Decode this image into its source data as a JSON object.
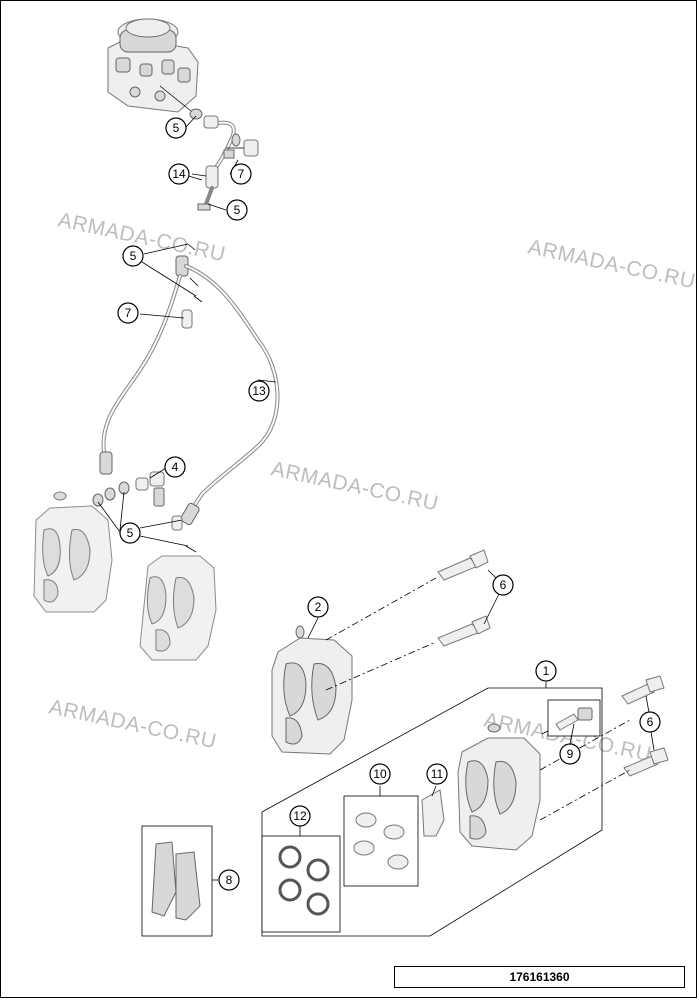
{
  "watermarks": [
    "ARMADA-CO.RU",
    "ARMADA-CO.RU",
    "ARMADA-CO.RU",
    "ARMADA-CO.RU",
    "ARMADA-CO.RU"
  ],
  "callouts": [
    "5",
    "14",
    "7",
    "5",
    "5",
    "7",
    "13",
    "4",
    "5",
    "6",
    "2",
    "1",
    "6",
    "9",
    "10",
    "11",
    "12",
    "8"
  ],
  "diagram_code": "176161360"
}
